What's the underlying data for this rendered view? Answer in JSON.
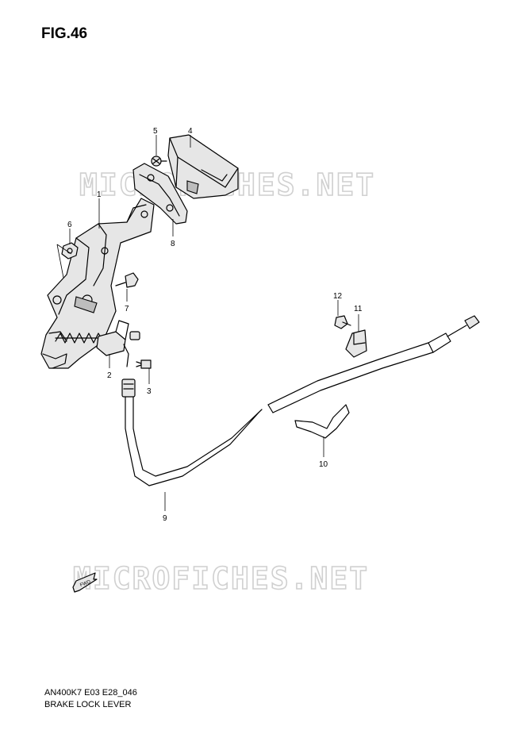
{
  "figure": {
    "title": "FIG.46",
    "code": "AN400K7 E03 E28_046",
    "name": "BRAKE LOCK LEVER"
  },
  "watermark": {
    "text": "MICROFICHES.NET",
    "color": "#d0d0d0"
  },
  "direction_marker": {
    "label": "FWD"
  },
  "callouts": {
    "part_1": "1",
    "part_2": "2",
    "part_3": "3",
    "part_4": "4",
    "part_5": "5",
    "part_6": "6",
    "part_7": "7",
    "part_8": "8",
    "part_9": "9",
    "part_10": "10",
    "part_11": "11",
    "part_12": "12"
  }
}
